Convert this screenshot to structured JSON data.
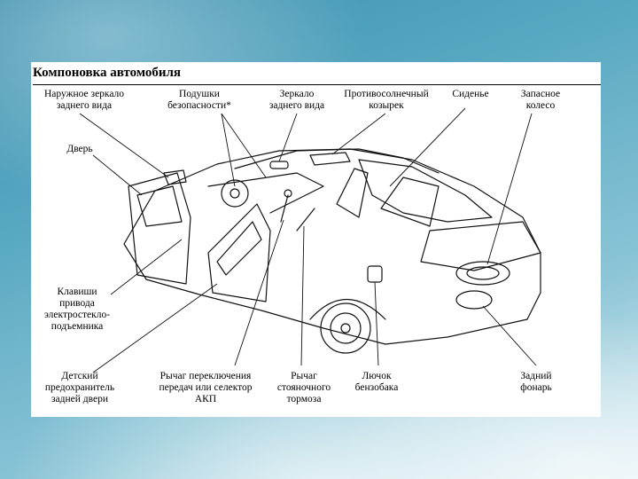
{
  "title": "Компоновка автомобиля",
  "labels": {
    "mirror_outer": "Наружное зеркало\nзаднего вида",
    "airbags": "Подушки\nбезопасности*",
    "mirror_rear": "Зеркало\nзаднего вида",
    "sunvisor": "Противосолнечный\nкозырек",
    "seat": "Сиденье",
    "spare_wheel": "Запасное\nколесо",
    "door": "Дверь",
    "window_keys": "Клавиши\nпривода\nэлектростекло-\nподъемника",
    "child_lock": "Детский\nпредохранитель\nзадней двери",
    "gear_lever": "Рычаг переключения\nпередач или селектор\nАКП",
    "parking_brake": "Рычаг\nстояночного\nтормоза",
    "fuel_hatch": "Лючок\nбензобака",
    "tail_light": "Задний\nфонарь"
  }
}
